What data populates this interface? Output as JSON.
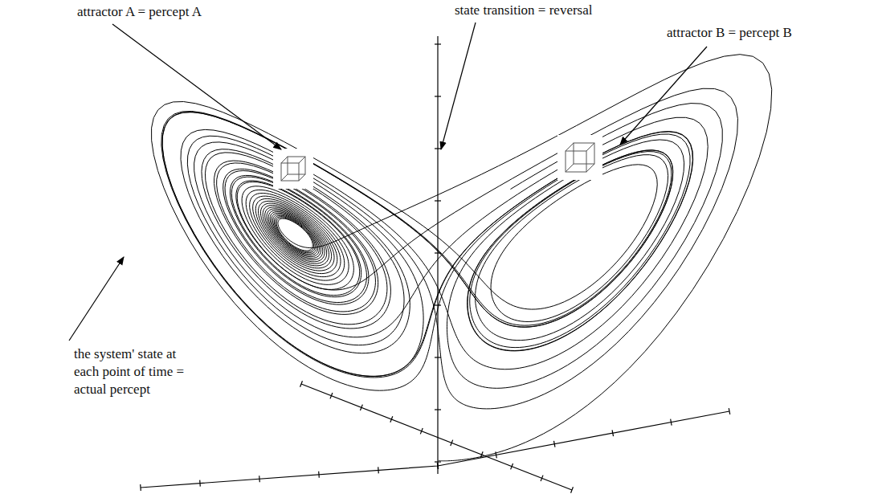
{
  "diagram": {
    "labels": [
      "attractor A = percept A",
      "state transition = reversal",
      "attractor B = percept B",
      "the system' state at each point of time = actual percept"
    ]
  }
}
